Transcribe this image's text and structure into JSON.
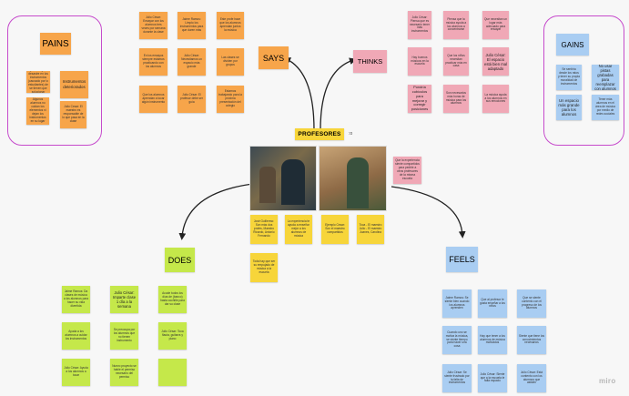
{
  "center": {
    "title": "PROFESORES",
    "suffix": ":o"
  },
  "frames": {
    "pains_title": "PAINS",
    "gains_title": "GAINS"
  },
  "pains": [
    "Que si hay un desastre en los instrumentos (causado por lo estudiantes) de se tienen que solucionar",
    "Instrumentos deteriorados",
    "Algunos alumnos no cuidan los elementos ni dejan los instrumentos en su lugar",
    "Julio Cesar: El maestro es responsable de lo que pasa en la clase"
  ],
  "gains": [
    "Se sentiría desde los ratos y tener su propia moralidad de instrumentos",
    "No usar pistas grabadas para reemplazar con alumnos",
    "Un espacio más grande para los alumnos",
    "Tener más alumnos en el área de música por medio de redes sociales"
  ],
  "categories": {
    "says": "SAYS",
    "thinks": "THINKS",
    "does": "DOES",
    "feels": "FEELS"
  },
  "says": [
    "Julio César: Ensayar con los alumnos tres veces por semana durante la clase",
    "Jaime Ramos: Limpio los instrumentos para que duren más",
    "Este profe hace que los alumnos aprendan juntos la música",
    "En los ensayos siempre estamos practicando con los alumnos",
    "Julio César: Necesitamos un espacio más grande",
    "Las clases se dividen por grupos",
    "Que los alumnos aprendan a tocar algún instrumento",
    "Julio César: El profesor debe ser guía",
    "Estamos trabajando para la próxima presentación del colegio"
  ],
  "thinks": [
    "Julio César: Piensa que es necesario tener más instrumentos",
    "Piensa que la música ayuda a los alumnos a concentrarse",
    "Que necesitan un lugar más adecuado para ensayar",
    "Hay buenos músicos en la escuela",
    "Que los niños necesitan practicar más en casa",
    "Julio César: El espacio está bien mal adaptado",
    "Pondría cubículos para mejorar y corregir posiciones",
    "Son necesarios más horas de música para los alumnos",
    "La música ayuda a los alumnos en sus emociones"
  ],
  "does": [
    "Jaime Ramos: Da clases de música a los alumnos para hacer su vida divertida",
    "Julio César: Imparte clase 1 día a la semana",
    "Acude todos los días de (banco) hasta cochitle para dar su clase",
    "Ayuda a los alumnos a cuidar los instrumentos",
    "Se preocupa por los alumnos que no tienen instrumento",
    "Julio César: Toca flauta, guitarra y piano",
    "Julio César: Ayuda a los alumnos a tocar",
    "Nuevo proyecto se hable el permiso necesario del permiso",
    ""
  ],
  "feels": [
    "Jaime Ramos: Se siente bien cuando los alumnos aprenden",
    "Que al profesor le gusta enseñar a los niños",
    "Que se siente contento con el progreso de los alumnos",
    "Cuando uno se motiva la música, se siente tiempo para hacer una cosa",
    "Hay que tener a los alumnos de música motivados",
    "Siente que tiene los conocimientos necesarios",
    "Julio César: Se siente frustrado por la falta de instrumentos",
    "Julio César: Siente que a la escuela le falta espacio",
    "Julio César: Está contento con los alumnos que asisten"
  ],
  "center_notes": [
    "José Guillermo: Son más dos profes, Maestro Ricardo, Antonio Fernando",
    "La experiencia te ayuda a enseñar mejor a los alumnos de música",
    "Ejemplo Cesar: Son el maestro compartidos",
    "Toca - El maestro Julio - El maestro Juanes, Carolina"
  ],
  "center_note_extra": "Toda hay que ser su empujado de música a la escuela",
  "right_pink_note": "Que la experiencia siente compartidos para pedirle a otros profesores de la misma escuela",
  "miro_logo": "miro"
}
